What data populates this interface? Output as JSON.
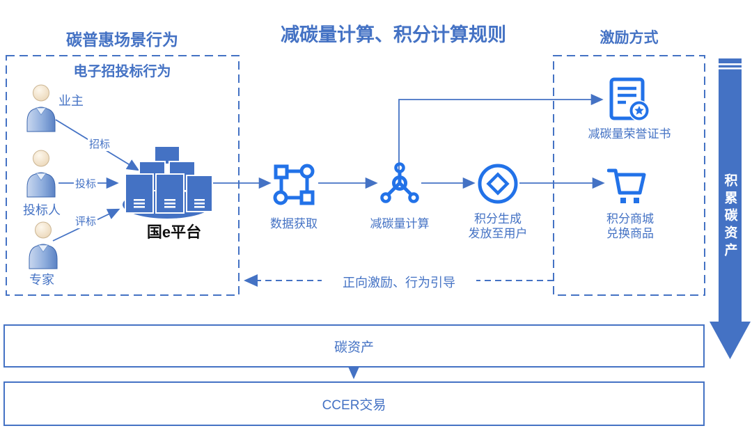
{
  "titles": {
    "scenario": "碳普惠场景行为",
    "rules": "减碳量计算、积分计算规则",
    "incentive": "激励方式"
  },
  "scenario_box": {
    "subtitle": "电子招投标行为",
    "platform": "国e平台",
    "actors": [
      {
        "name": "业主",
        "action": "招标"
      },
      {
        "name": "投标人",
        "action": "投标"
      },
      {
        "name": "专家",
        "action": "评标"
      }
    ]
  },
  "flow": {
    "step1": "数据获取",
    "step2": "减碳量计算",
    "step3_line1": "积分生成",
    "step3_line2": "发放至用户"
  },
  "incentive": {
    "certificate": "减碳量荣誉证书",
    "mall_line1": "积分商城",
    "mall_line2": "兑换商品"
  },
  "feedback": "正向激励、行为引导",
  "side_arrow": "积累碳资产",
  "bars": {
    "bar1": "碳资产",
    "bar2": "CCER交易"
  },
  "colors": {
    "accent": "#4472C4",
    "icon_blue": "#2272E8"
  }
}
